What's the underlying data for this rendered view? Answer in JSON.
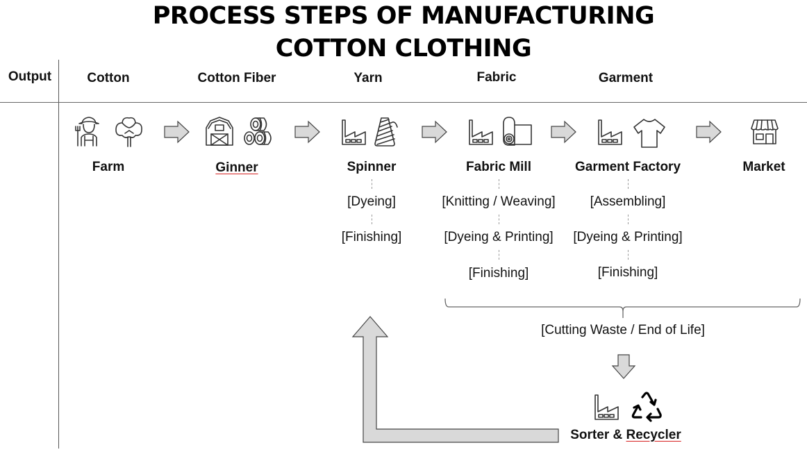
{
  "title": "PROCESS STEPS OF MANUFACTURING COTTON CLOTHING",
  "row_label": "Output",
  "outputs": [
    "Cotton",
    "Cotton Fiber",
    "Yarn",
    "Fabric",
    "Garment"
  ],
  "stages": [
    {
      "name": "Farm",
      "icons": [
        "farmer-icon",
        "cotton-plant-icon"
      ],
      "substeps": []
    },
    {
      "name": "Ginner",
      "icons": [
        "barn-icon",
        "cotton-bales-icon"
      ],
      "substeps": []
    },
    {
      "name": "Spinner",
      "icons": [
        "factory-icon",
        "yarn-cone-icon"
      ],
      "substeps": [
        "[Dyeing]",
        "[Finishing]"
      ]
    },
    {
      "name": "Fabric Mill",
      "icons": [
        "factory-icon",
        "fabric-roll-icon"
      ],
      "substeps": [
        "[Knitting / Weaving]",
        "[Dyeing & Printing]",
        "[Finishing]"
      ]
    },
    {
      "name": "Garment Factory",
      "icons": [
        "factory-icon",
        "t-shirt-icon"
      ],
      "substeps": [
        "[Assembling]",
        "[Dyeing & Printing]",
        "[Finishing]"
      ]
    },
    {
      "name": "Market",
      "icons": [
        "store-icon"
      ],
      "substeps": []
    }
  ],
  "waste_label": "[Cutting Waste / End of Life]",
  "recycler": {
    "name_part1": "Sorter & ",
    "name_part2": "Recycler",
    "icons": [
      "factory-icon",
      "recycle-icon"
    ]
  },
  "colors": {
    "arrow_fill": "#d9d9d9",
    "arrow_stroke": "#444444",
    "spellcheck_underline": "#d62020"
  }
}
